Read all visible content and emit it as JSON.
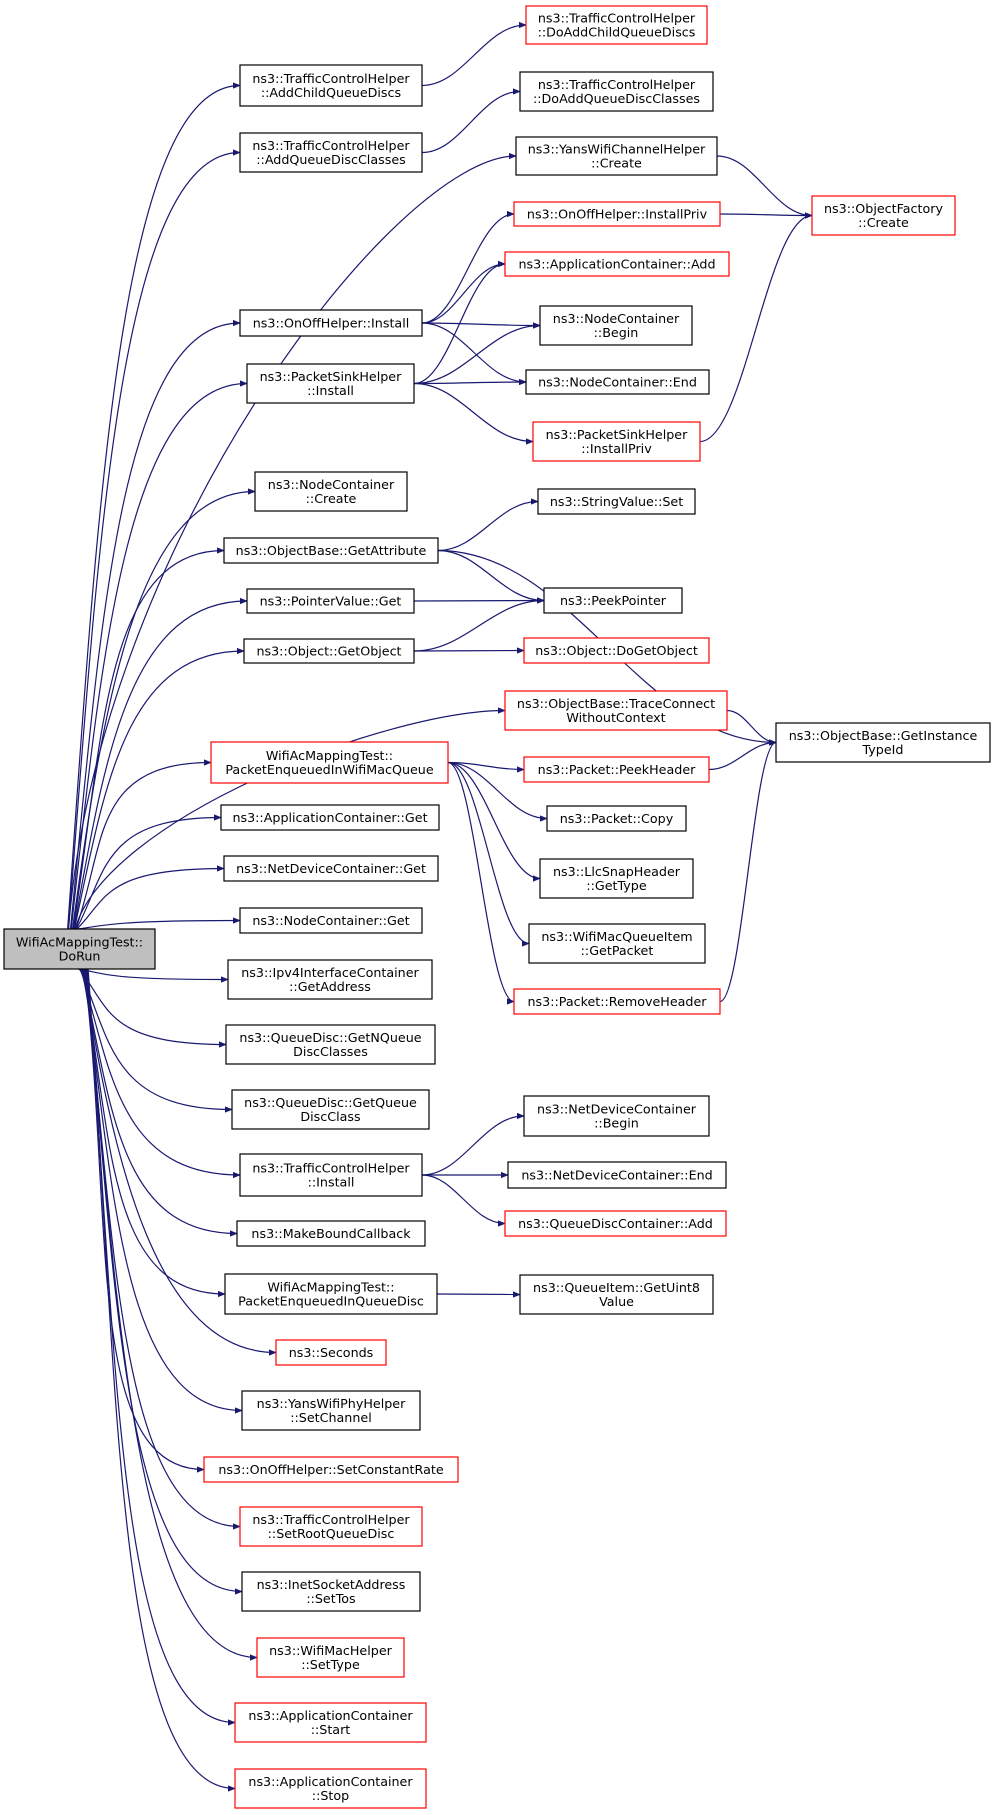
{
  "colors": {
    "edge": "#191970",
    "node_border_default": "#000000",
    "node_border_highlight": "#ff0000",
    "root_fill": "#bfbfbf",
    "node_fill": "#ffffff"
  },
  "nodes": [
    {
      "id": "root",
      "lines": [
        "WifiAcMappingTest::",
        "DoRun"
      ],
      "style": "root"
    },
    {
      "id": "tch_addchild",
      "lines": [
        "ns3::TrafficControlHelper",
        "::AddChildQueueDiscs"
      ],
      "style": "black"
    },
    {
      "id": "tch_doaddchild",
      "lines": [
        "ns3::TrafficControlHelper",
        "::DoAddChildQueueDiscs"
      ],
      "style": "red"
    },
    {
      "id": "tch_addclasses",
      "lines": [
        "ns3::TrafficControlHelper",
        "::AddQueueDiscClasses"
      ],
      "style": "black"
    },
    {
      "id": "tch_doaddclasses",
      "lines": [
        "ns3::TrafficControlHelper",
        "::DoAddQueueDiscClasses"
      ],
      "style": "black"
    },
    {
      "id": "yanschan_create",
      "lines": [
        "ns3::YansWifiChannelHelper",
        "::Create"
      ],
      "style": "black"
    },
    {
      "id": "objfactory_create",
      "lines": [
        "ns3::ObjectFactory",
        "::Create"
      ],
      "style": "red"
    },
    {
      "id": "onoff_installpriv",
      "lines": [
        "ns3::OnOffHelper::InstallPriv"
      ],
      "style": "red"
    },
    {
      "id": "appcont_add",
      "lines": [
        "ns3::ApplicationContainer::Add"
      ],
      "style": "red"
    },
    {
      "id": "onoff_install",
      "lines": [
        "ns3::OnOffHelper::Install"
      ],
      "style": "black"
    },
    {
      "id": "nc_begin",
      "lines": [
        "ns3::NodeContainer",
        "::Begin"
      ],
      "style": "black"
    },
    {
      "id": "psh_install",
      "lines": [
        "ns3::PacketSinkHelper",
        "::Install"
      ],
      "style": "black"
    },
    {
      "id": "nc_end",
      "lines": [
        "ns3::NodeContainer::End"
      ],
      "style": "black"
    },
    {
      "id": "psh_installpriv",
      "lines": [
        "ns3::PacketSinkHelper",
        "::InstallPriv"
      ],
      "style": "red"
    },
    {
      "id": "nc_create",
      "lines": [
        "ns3::NodeContainer",
        "::Create"
      ],
      "style": "black"
    },
    {
      "id": "strval_set",
      "lines": [
        "ns3::StringValue::Set"
      ],
      "style": "black"
    },
    {
      "id": "ob_getattr",
      "lines": [
        "ns3::ObjectBase::GetAttribute"
      ],
      "style": "black"
    },
    {
      "id": "ptrval_get",
      "lines": [
        "ns3::PointerValue::Get"
      ],
      "style": "black"
    },
    {
      "id": "peekpointer",
      "lines": [
        "ns3::PeekPointer"
      ],
      "style": "black"
    },
    {
      "id": "obj_getobject",
      "lines": [
        "ns3::Object::GetObject"
      ],
      "style": "black"
    },
    {
      "id": "obj_dogetobject",
      "lines": [
        "ns3::Object::DoGetObject"
      ],
      "style": "red"
    },
    {
      "id": "ob_traceconnect",
      "lines": [
        "ns3::ObjectBase::TraceConnect",
        "WithoutContext"
      ],
      "style": "red"
    },
    {
      "id": "ob_getinstance",
      "lines": [
        "ns3::ObjectBase::GetInstance",
        "TypeId"
      ],
      "style": "black"
    },
    {
      "id": "pkt_enq_mac",
      "lines": [
        "WifiAcMappingTest::",
        "PacketEnqueuedInWifiMacQueue"
      ],
      "style": "red"
    },
    {
      "id": "pkt_peekheader",
      "lines": [
        "ns3::Packet::PeekHeader"
      ],
      "style": "red"
    },
    {
      "id": "appcont_get",
      "lines": [
        "ns3::ApplicationContainer::Get"
      ],
      "style": "black"
    },
    {
      "id": "pkt_copy",
      "lines": [
        "ns3::Packet::Copy"
      ],
      "style": "black"
    },
    {
      "id": "ndc_get",
      "lines": [
        "ns3::NetDeviceContainer::Get"
      ],
      "style": "black"
    },
    {
      "id": "llc_gettype",
      "lines": [
        "ns3::LlcSnapHeader",
        "::GetType"
      ],
      "style": "black"
    },
    {
      "id": "nc_get",
      "lines": [
        "ns3::NodeContainer::Get"
      ],
      "style": "black"
    },
    {
      "id": "wmqi_getpacket",
      "lines": [
        "ns3::WifiMacQueueItem",
        "::GetPacket"
      ],
      "style": "black"
    },
    {
      "id": "ipv4_getaddr",
      "lines": [
        "ns3::Ipv4InterfaceContainer",
        "::GetAddress"
      ],
      "style": "black"
    },
    {
      "id": "pkt_removeheader",
      "lines": [
        "ns3::Packet::RemoveHeader"
      ],
      "style": "red"
    },
    {
      "id": "qd_getnqdc",
      "lines": [
        "ns3::QueueDisc::GetNQueue",
        "DiscClasses"
      ],
      "style": "black"
    },
    {
      "id": "qd_getqdc",
      "lines": [
        "ns3::QueueDisc::GetQueue",
        "DiscClass"
      ],
      "style": "black"
    },
    {
      "id": "ndc_begin",
      "lines": [
        "ns3::NetDeviceContainer",
        "::Begin"
      ],
      "style": "black"
    },
    {
      "id": "tch_install",
      "lines": [
        "ns3::TrafficControlHelper",
        "::Install"
      ],
      "style": "black"
    },
    {
      "id": "ndc_end",
      "lines": [
        "ns3::NetDeviceContainer::End"
      ],
      "style": "black"
    },
    {
      "id": "qdc_add",
      "lines": [
        "ns3::QueueDiscContainer::Add"
      ],
      "style": "red"
    },
    {
      "id": "makeboundcb",
      "lines": [
        "ns3::MakeBoundCallback"
      ],
      "style": "black"
    },
    {
      "id": "pkt_enq_qd",
      "lines": [
        "WifiAcMappingTest::",
        "PacketEnqueuedInQueueDisc"
      ],
      "style": "black"
    },
    {
      "id": "qi_getuint8",
      "lines": [
        "ns3::QueueItem::GetUint8",
        "Value"
      ],
      "style": "black"
    },
    {
      "id": "seconds",
      "lines": [
        "ns3::Seconds"
      ],
      "style": "red"
    },
    {
      "id": "yansphy_setchannel",
      "lines": [
        "ns3::YansWifiPhyHelper",
        "::SetChannel"
      ],
      "style": "black"
    },
    {
      "id": "onoff_setrate",
      "lines": [
        "ns3::OnOffHelper::SetConstantRate"
      ],
      "style": "red"
    },
    {
      "id": "tch_setroot",
      "lines": [
        "ns3::TrafficControlHelper",
        "::SetRootQueueDisc"
      ],
      "style": "red"
    },
    {
      "id": "inet_settos",
      "lines": [
        "ns3::InetSocketAddress",
        "::SetTos"
      ],
      "style": "black"
    },
    {
      "id": "wmh_settype",
      "lines": [
        "ns3::WifiMacHelper",
        "::SetType"
      ],
      "style": "red"
    },
    {
      "id": "appcont_start",
      "lines": [
        "ns3::ApplicationContainer",
        "::Start"
      ],
      "style": "red"
    },
    {
      "id": "appcont_stop",
      "lines": [
        "ns3::ApplicationContainer",
        "::Stop"
      ],
      "style": "red"
    }
  ],
  "edges": [
    [
      "root",
      "tch_addchild"
    ],
    [
      "root",
      "tch_addclasses"
    ],
    [
      "root",
      "yanschan_create"
    ],
    [
      "root",
      "onoff_install"
    ],
    [
      "root",
      "psh_install"
    ],
    [
      "root",
      "nc_create"
    ],
    [
      "root",
      "ob_getattr"
    ],
    [
      "root",
      "ptrval_get"
    ],
    [
      "root",
      "obj_getobject"
    ],
    [
      "root",
      "ob_traceconnect"
    ],
    [
      "root",
      "pkt_enq_mac"
    ],
    [
      "root",
      "appcont_get"
    ],
    [
      "root",
      "ndc_get"
    ],
    [
      "root",
      "nc_get"
    ],
    [
      "root",
      "ipv4_getaddr"
    ],
    [
      "root",
      "qd_getnqdc"
    ],
    [
      "root",
      "qd_getqdc"
    ],
    [
      "root",
      "tch_install"
    ],
    [
      "root",
      "makeboundcb"
    ],
    [
      "root",
      "pkt_enq_qd"
    ],
    [
      "root",
      "seconds"
    ],
    [
      "root",
      "yansphy_setchannel"
    ],
    [
      "root",
      "onoff_setrate"
    ],
    [
      "root",
      "tch_setroot"
    ],
    [
      "root",
      "inet_settos"
    ],
    [
      "root",
      "wmh_settype"
    ],
    [
      "root",
      "appcont_start"
    ],
    [
      "root",
      "appcont_stop"
    ],
    [
      "tch_addchild",
      "tch_doaddchild"
    ],
    [
      "tch_addclasses",
      "tch_doaddclasses"
    ],
    [
      "yanschan_create",
      "objfactory_create"
    ],
    [
      "onoff_installpriv",
      "objfactory_create"
    ],
    [
      "onoff_install",
      "onoff_installpriv"
    ],
    [
      "onoff_install",
      "appcont_add"
    ],
    [
      "onoff_install",
      "nc_begin"
    ],
    [
      "onoff_install",
      "nc_end"
    ],
    [
      "psh_install",
      "appcont_add"
    ],
    [
      "psh_install",
      "nc_begin"
    ],
    [
      "psh_install",
      "nc_end"
    ],
    [
      "psh_install",
      "psh_installpriv"
    ],
    [
      "psh_installpriv",
      "objfactory_create"
    ],
    [
      "ob_getattr",
      "strval_set"
    ],
    [
      "ob_getattr",
      "ob_getinstance"
    ],
    [
      "ob_getattr",
      "peekpointer"
    ],
    [
      "ptrval_get",
      "peekpointer"
    ],
    [
      "obj_getobject",
      "peekpointer"
    ],
    [
      "obj_getobject",
      "obj_dogetobject"
    ],
    [
      "ob_traceconnect",
      "ob_getinstance"
    ],
    [
      "pkt_enq_mac",
      "pkt_peekheader"
    ],
    [
      "pkt_enq_mac",
      "pkt_copy"
    ],
    [
      "pkt_enq_mac",
      "llc_gettype"
    ],
    [
      "pkt_enq_mac",
      "wmqi_getpacket"
    ],
    [
      "pkt_enq_mac",
      "pkt_removeheader"
    ],
    [
      "pkt_peekheader",
      "ob_getinstance"
    ],
    [
      "pkt_removeheader",
      "ob_getinstance"
    ],
    [
      "tch_install",
      "ndc_begin"
    ],
    [
      "tch_install",
      "ndc_end"
    ],
    [
      "tch_install",
      "qdc_add"
    ],
    [
      "pkt_enq_qd",
      "qi_getuint8"
    ]
  ]
}
